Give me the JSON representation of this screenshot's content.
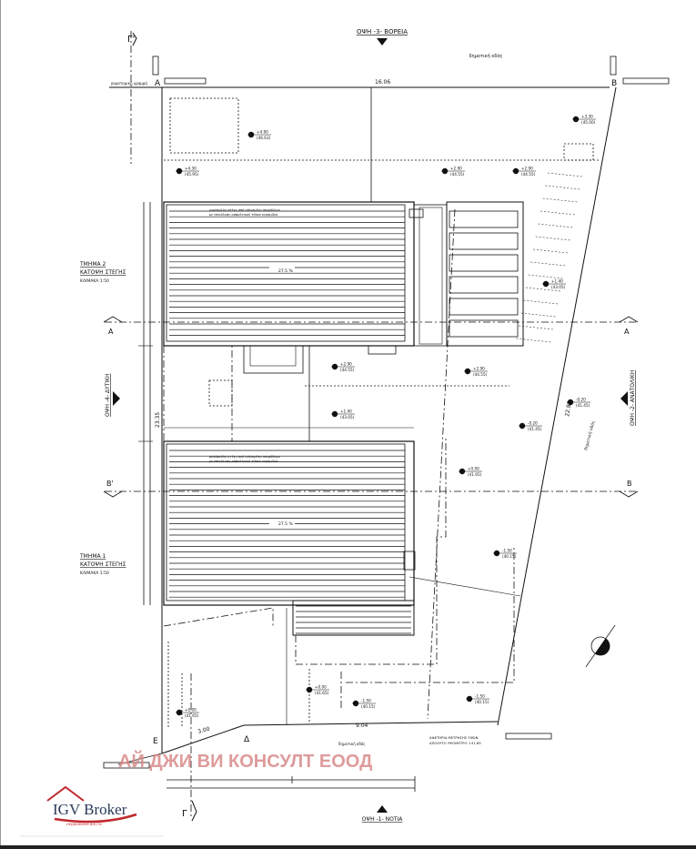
{
  "title_north": "ΟΨΗ -3- ΒΟΡΕΙΑ",
  "title_south": "ΟΨΗ -1- ΝΟΤΙΑ",
  "title_west": "ΟΨΗ -4- ΔΥΤΙΚΗ",
  "title_east": "ΟΨΗ -2- ΑΝΑΤΟΛΙΚΗ",
  "street_north": "δημοτική οδός",
  "street_east": "δημοτική οδός",
  "street_south": "δημοτική οδός",
  "building_line": "ρυμοτομική γραμμή",
  "dimensions": {
    "north": "16.06",
    "east": "22.82",
    "south": "9.04",
    "southwest": "3.00",
    "west": "23.35"
  },
  "sections": {
    "a": "A",
    "a_prime": "A'",
    "b": "B",
    "b_prime": "B'",
    "g": "Γ",
    "g_prime": "Γ'",
    "d": "Δ",
    "e": "Ε"
  },
  "plan_2": {
    "part": "ΤΜΗΜΑ 2",
    "name": "ΚΑΤΟΨΗ ΣΤΕΓΗΣ",
    "scale": "ΚΛΙΜΑΚΑ   1:50",
    "slope": "27.5 %"
  },
  "plan_1": {
    "part": "ΤΜΗΜΑ 1",
    "name": "ΚΑΤΟΨΗ ΣΤΕΓΗΣ",
    "scale": "ΚΛΙΜΑΚΑ   1:50",
    "slope": "27.5 %"
  },
  "roof_note": [
    "μονόφυλλη στέγη από οπλισμένο σκυρόδεμα",
    "με επικάλυψη ασφαλτικού τύπου κεραμίδια"
  ],
  "levels": [
    {
      "rel": "+4.90",
      "abs": "(46.63)"
    },
    {
      "rel": "+3.30",
      "abs": "(45.00)"
    },
    {
      "rel": "+4.30",
      "abs": "(45.95)"
    },
    {
      "rel": "+2.90",
      "abs": "(44.55)"
    },
    {
      "rel": "+2.90",
      "abs": "(44.55)"
    },
    {
      "rel": "+1.40",
      "abs": "(43.05)"
    },
    {
      "rel": "+2.90",
      "abs": "(44.55)"
    },
    {
      "rel": "+2.90",
      "abs": "(44.55)"
    },
    {
      "rel": "+1.40",
      "abs": "(43.05)"
    },
    {
      "rel": "-0.20",
      "abs": "(41.45)"
    },
    {
      "rel": "-0.20",
      "abs": "(41.45)"
    },
    {
      "rel": "+0.00",
      "abs": "(41.65)"
    },
    {
      "rel": "-1.50",
      "abs": "(40.15)"
    },
    {
      "rel": "+0.00",
      "abs": "(41.65)"
    },
    {
      "rel": "-1.50",
      "abs": "(40.15)"
    },
    {
      "rel": "-1.50",
      "abs": "(40.15)"
    },
    {
      "rel": "+0.00",
      "abs": "(41.65)"
    }
  ],
  "datum_note": [
    "ΑΦΕΤΗΡΙΑ ΜΕΤΡΗΣΗΣ ΥΨΩΝ",
    "ΑΠΟΛΥΤΟ ΥΨΟΜΕΤΡΟ +41.65"
  ],
  "watermark": "АЙ ДЖИ ВИ КОНСУЛТ ЕООД",
  "logo": {
    "name": "IGV Broker",
    "tagline": "НЕДВИЖИМИ ИМОТИ",
    "color": "#c0272d"
  }
}
